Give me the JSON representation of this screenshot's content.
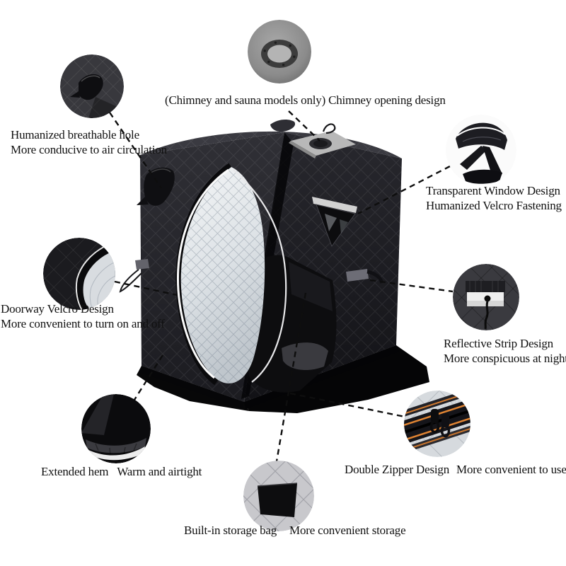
{
  "diagram": {
    "type": "product-feature-callout-diagram",
    "subject_description": "black insulated quilted cube tent with open door showing silver lining"
  },
  "callouts": {
    "chimney": {
      "icon": "chimney-opening-photo",
      "label": "(Chimney and sauna models only) Chimney opening design"
    },
    "breathable": {
      "icon": "breathable-hole-photo",
      "line1": "Humanized breathable hole",
      "line2": "More conducive to air circulation"
    },
    "window": {
      "icon": "window-flap-photo",
      "line1": "Transparent Window Design",
      "line2": "Humanized Velcro Fastening"
    },
    "doorway": {
      "icon": "doorway-velcro-photo",
      "line1": "Doorway Velcro Design",
      "line2": "More convenient to turn on and off"
    },
    "reflective": {
      "icon": "reflective-strip-photo",
      "line1": "Reflective Strip Design",
      "line2": "More conspicuous at night"
    },
    "hem": {
      "icon": "extended-hem-photo",
      "feature": "Extended hem",
      "benefit": "Warm and airtight"
    },
    "zipper": {
      "icon": "double-zipper-photo",
      "feature": "Double Zipper Design",
      "benefit": "More convenient to use"
    },
    "storage": {
      "icon": "storage-bag-photo",
      "feature": "Built-in storage bag",
      "benefit": "More convenient storage"
    }
  },
  "colors": {
    "background": "#ffffff",
    "tent_fabric": "#232328",
    "door_lining_silver": "#dfe3e6",
    "zipper_tape_orange": "#e08433",
    "text": "#111111"
  }
}
